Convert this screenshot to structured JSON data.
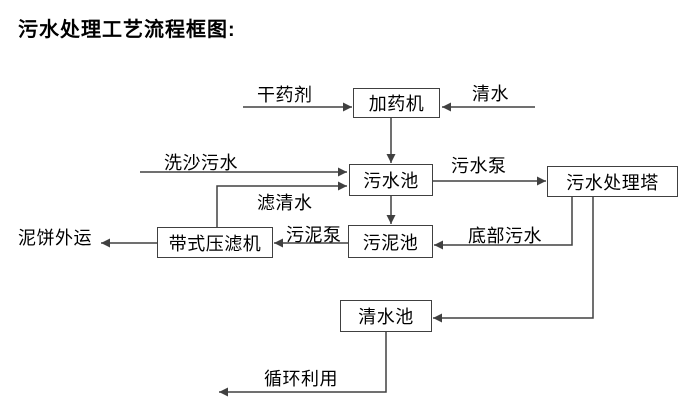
{
  "title": "污水处理工艺流程框图:",
  "diagram": {
    "type": "flowchart",
    "nodes": {
      "dosing_machine": "加药机",
      "sewage_pool": "污水池",
      "treatment_tower": "污水处理塔",
      "sludge_pool": "污泥池",
      "belt_filter_press": "带式压滤机",
      "clean_water_pool": "清水池"
    },
    "edge_labels": {
      "dry_chemical": "干药剂",
      "clean_water": "清水",
      "sand_washing_sewage": "洗沙污水",
      "sewage_pump": "污水泵",
      "filtered_water": "滤清水",
      "sludge_pump": "污泥泵",
      "bottom_sewage": "底部污水",
      "mud_cake_out": "泥饼外运",
      "recycle": "循环利用"
    },
    "edges": [
      {
        "from": "干药剂(外部)",
        "to": "加药机",
        "label": "干药剂"
      },
      {
        "from": "清水(外部)",
        "to": "加药机",
        "label": "清水"
      },
      {
        "from": "加药机",
        "to": "污水池",
        "label": ""
      },
      {
        "from": "洗沙污水(外部)",
        "to": "污水池",
        "label": "洗沙污水"
      },
      {
        "from": "带式压滤机",
        "to": "污水池",
        "label": "滤清水"
      },
      {
        "from": "污水池",
        "to": "污水处理塔",
        "label": "污水泵"
      },
      {
        "from": "污水池",
        "to": "污泥池",
        "label": ""
      },
      {
        "from": "污水处理塔",
        "to": "污泥池",
        "label": "底部污水"
      },
      {
        "from": "污泥池",
        "to": "带式压滤机",
        "label": "污泥泵"
      },
      {
        "from": "带式压滤机",
        "to": "泥饼外运(外部)",
        "label": "泥饼外运"
      },
      {
        "from": "污水处理塔",
        "to": "清水池",
        "label": ""
      },
      {
        "from": "清水池",
        "to": "循环利用(外部)",
        "label": "循环利用"
      }
    ],
    "colors": {
      "background": "#ffffff",
      "text": "#000000",
      "line": "#404040"
    }
  }
}
